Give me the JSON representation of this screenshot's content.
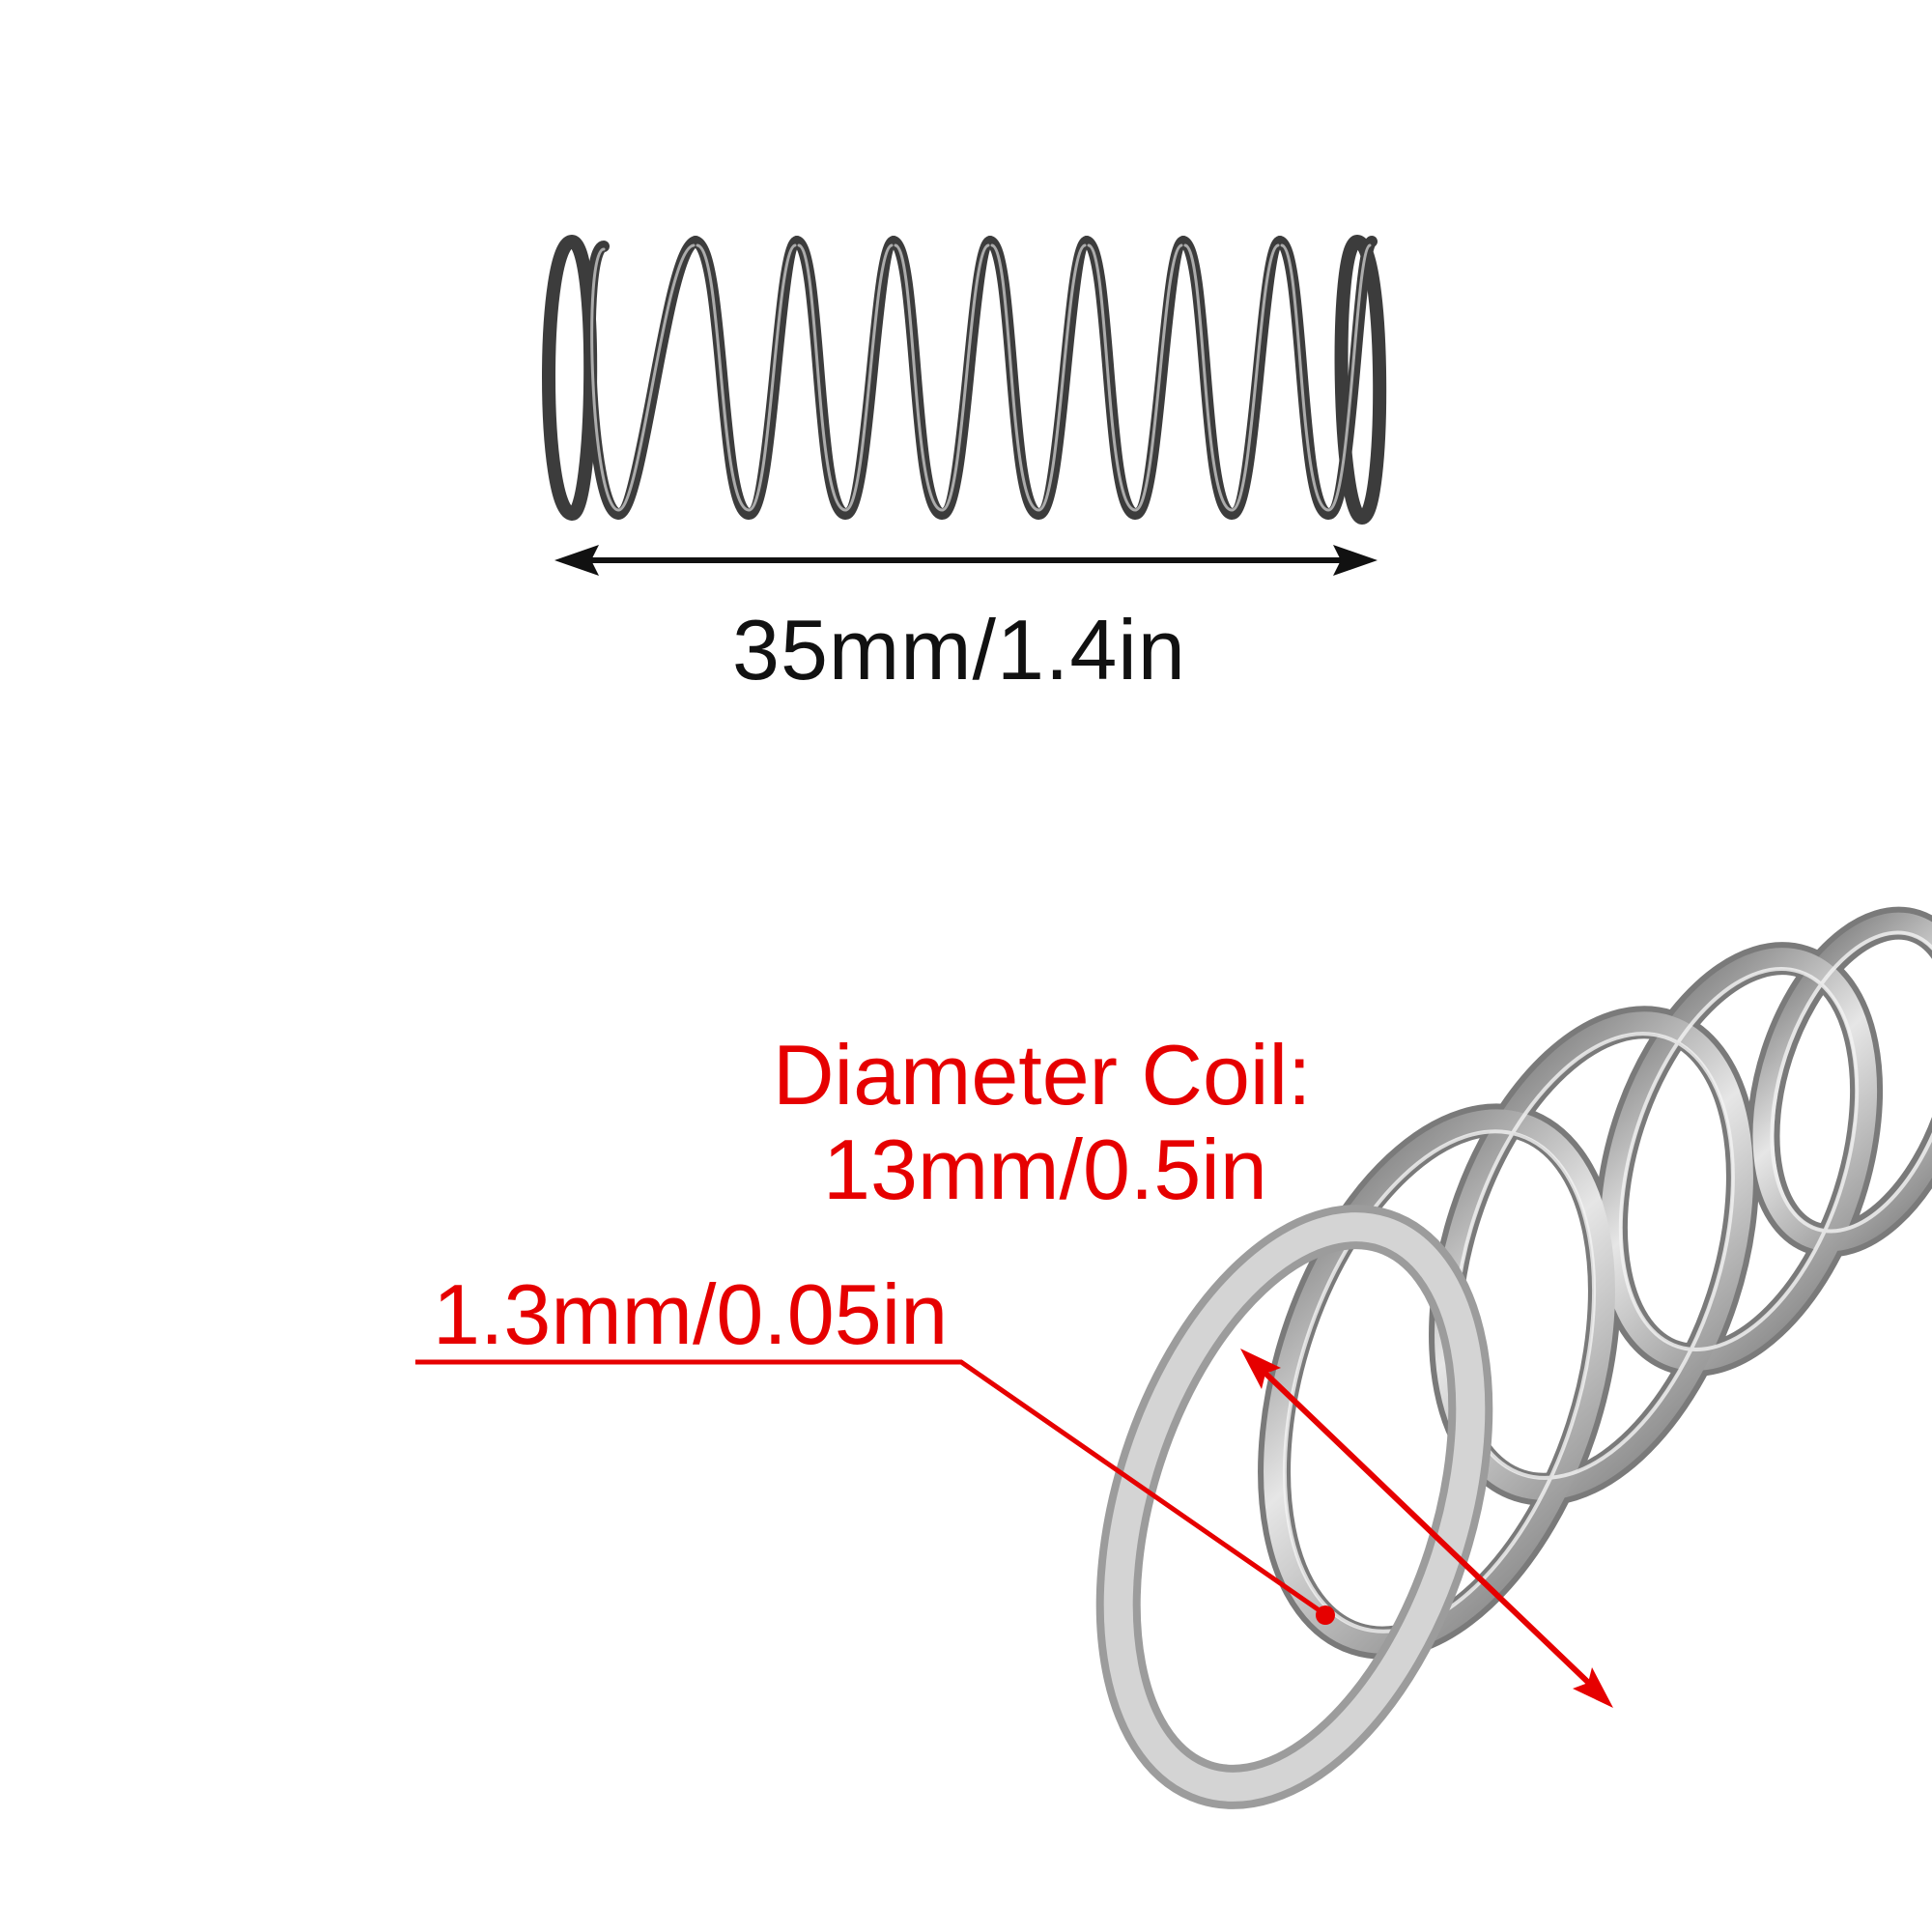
{
  "dimensions": {
    "free_length": "35mm/1.4in",
    "coil_diameter_title": "Diameter Coil:",
    "coil_diameter_value": "13mm/0.5in",
    "wire_diameter": "1.3mm/0.05in"
  },
  "colors": {
    "annotation_red": "#e60000",
    "dimension_black": "#111111",
    "spring_steel": "#8a8a8a",
    "spring_dark": "#3a3a3a"
  }
}
